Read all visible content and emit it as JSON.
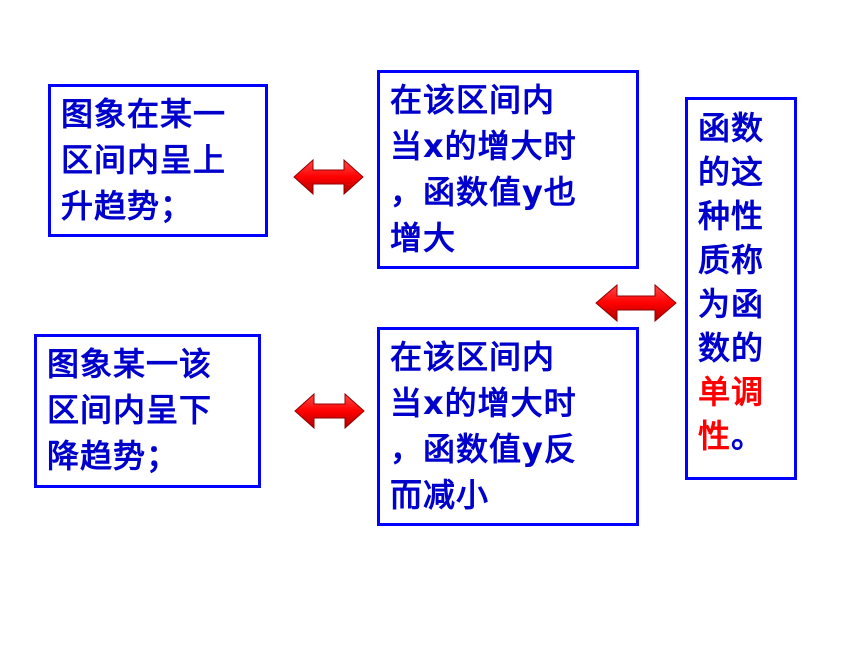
{
  "boxes": {
    "rise": "图象在某一\n区间内呈上\n升趋势；",
    "increase": "在该区间内\n当x的增大时\n，函数值y也\n增大",
    "fall": "图象某一该\n区间内呈下\n降趋势；",
    "decrease": "在该区间内\n当x的增大时\n，函数值y反\n而减小",
    "definition_before": "函数\n的这\n种性\n质称\n为函\n数的\n",
    "definition_highlight": "单调\n性",
    "definition_after": "。"
  },
  "colors": {
    "border": "#0000ff",
    "text": "#0000cc",
    "highlight": "#ff0000",
    "arrow": "#ff0000"
  }
}
